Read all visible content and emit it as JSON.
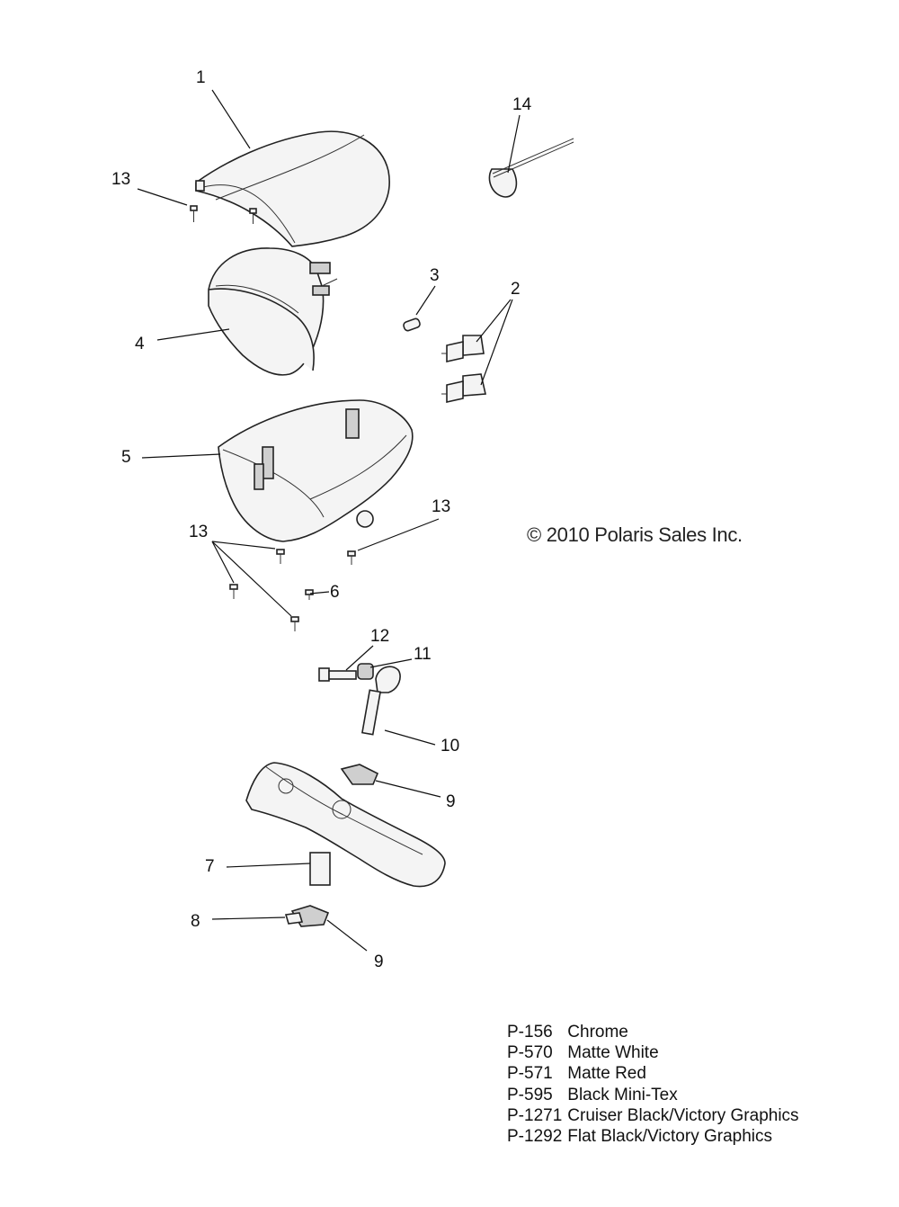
{
  "callouts": [
    {
      "id": "c1",
      "label": "1"
    },
    {
      "id": "c14",
      "label": "14"
    },
    {
      "id": "c13a",
      "label": "13"
    },
    {
      "id": "c3",
      "label": "3"
    },
    {
      "id": "c2",
      "label": "2"
    },
    {
      "id": "c4",
      "label": "4"
    },
    {
      "id": "c5",
      "label": "5"
    },
    {
      "id": "c13b",
      "label": "13"
    },
    {
      "id": "c13c",
      "label": "13"
    },
    {
      "id": "c6",
      "label": "6"
    },
    {
      "id": "c12",
      "label": "12"
    },
    {
      "id": "c11",
      "label": "11"
    },
    {
      "id": "c10",
      "label": "10"
    },
    {
      "id": "c9a",
      "label": "9"
    },
    {
      "id": "c7",
      "label": "7"
    },
    {
      "id": "c8",
      "label": "8"
    },
    {
      "id": "c9b",
      "label": "9"
    }
  ],
  "copyright": "© 2010 Polaris Sales Inc.",
  "legend": [
    {
      "code": "P-156",
      "description": "Chrome"
    },
    {
      "code": "P-570",
      "description": "Matte White"
    },
    {
      "code": "P-571",
      "description": "Matte Red"
    },
    {
      "code": "P-595",
      "description": "Black Mini-Tex"
    },
    {
      "code": "P-1271",
      "description": "Cruiser Black/Victory Graphics"
    },
    {
      "code": "P-1292",
      "description": "Flat Black/Victory Graphics"
    }
  ]
}
